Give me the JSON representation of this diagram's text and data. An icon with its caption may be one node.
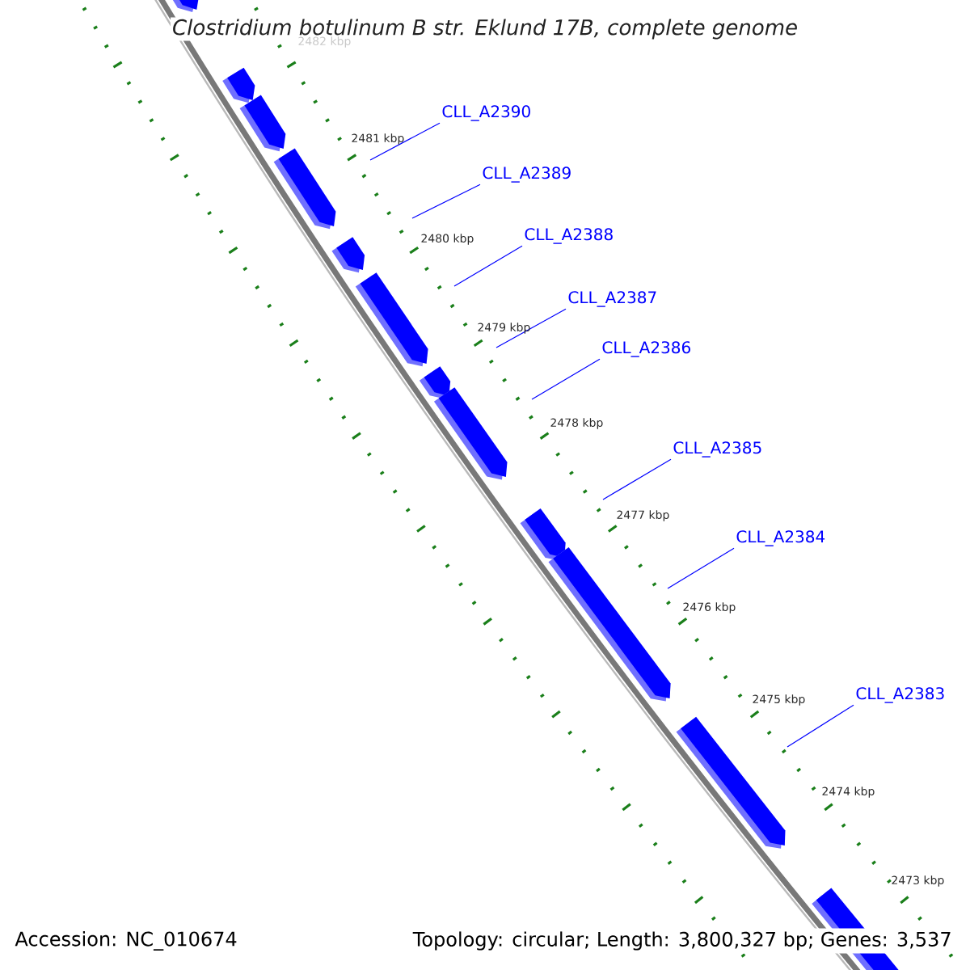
{
  "diagram": {
    "title": "Clostridium botulinum B str. Eklund 17B, complete genome",
    "nodes": [
      {
        "text": [
          "CLL_A2390"
        ]
      },
      {
        "text": [
          "CLL_A2389"
        ]
      },
      {
        "text": [
          "CLL_A2388"
        ]
      },
      {
        "text": [
          "CLL_A2387"
        ]
      },
      {
        "text": [
          "CLL_A2386"
        ]
      },
      {
        "text": [
          "CLL_A2385"
        ]
      },
      {
        "text": [
          "CLL_A2384"
        ]
      },
      {
        "text": [
          "CLL_A2383"
        ]
      }
    ],
    "edges": [
      {
        "from": 0,
        "to": null,
        "arrow": "none"
      },
      {
        "from": 1,
        "to": null,
        "arrow": "none"
      },
      {
        "from": 2,
        "to": null,
        "arrow": "none"
      },
      {
        "from": 3,
        "to": null,
        "arrow": "none"
      },
      {
        "from": 4,
        "to": null,
        "arrow": "none"
      },
      {
        "from": 5,
        "to": null,
        "arrow": "none"
      },
      {
        "from": 6,
        "to": null,
        "arrow": "none"
      },
      {
        "from": 7,
        "to": null,
        "arrow": "none"
      }
    ],
    "labels": [
      "2482 kbp",
      "2481 kbp",
      "2480 kbp",
      "2479 kbp",
      "2478 kbp",
      "2477 kbp",
      "2476 kbp",
      "2475 kbp",
      "2474 kbp",
      "2473 kbp",
      "Accession: NC_010674",
      "Topology: circular; Length: 3,800,327 bp; Genes: 3,537"
    ]
  }
}
